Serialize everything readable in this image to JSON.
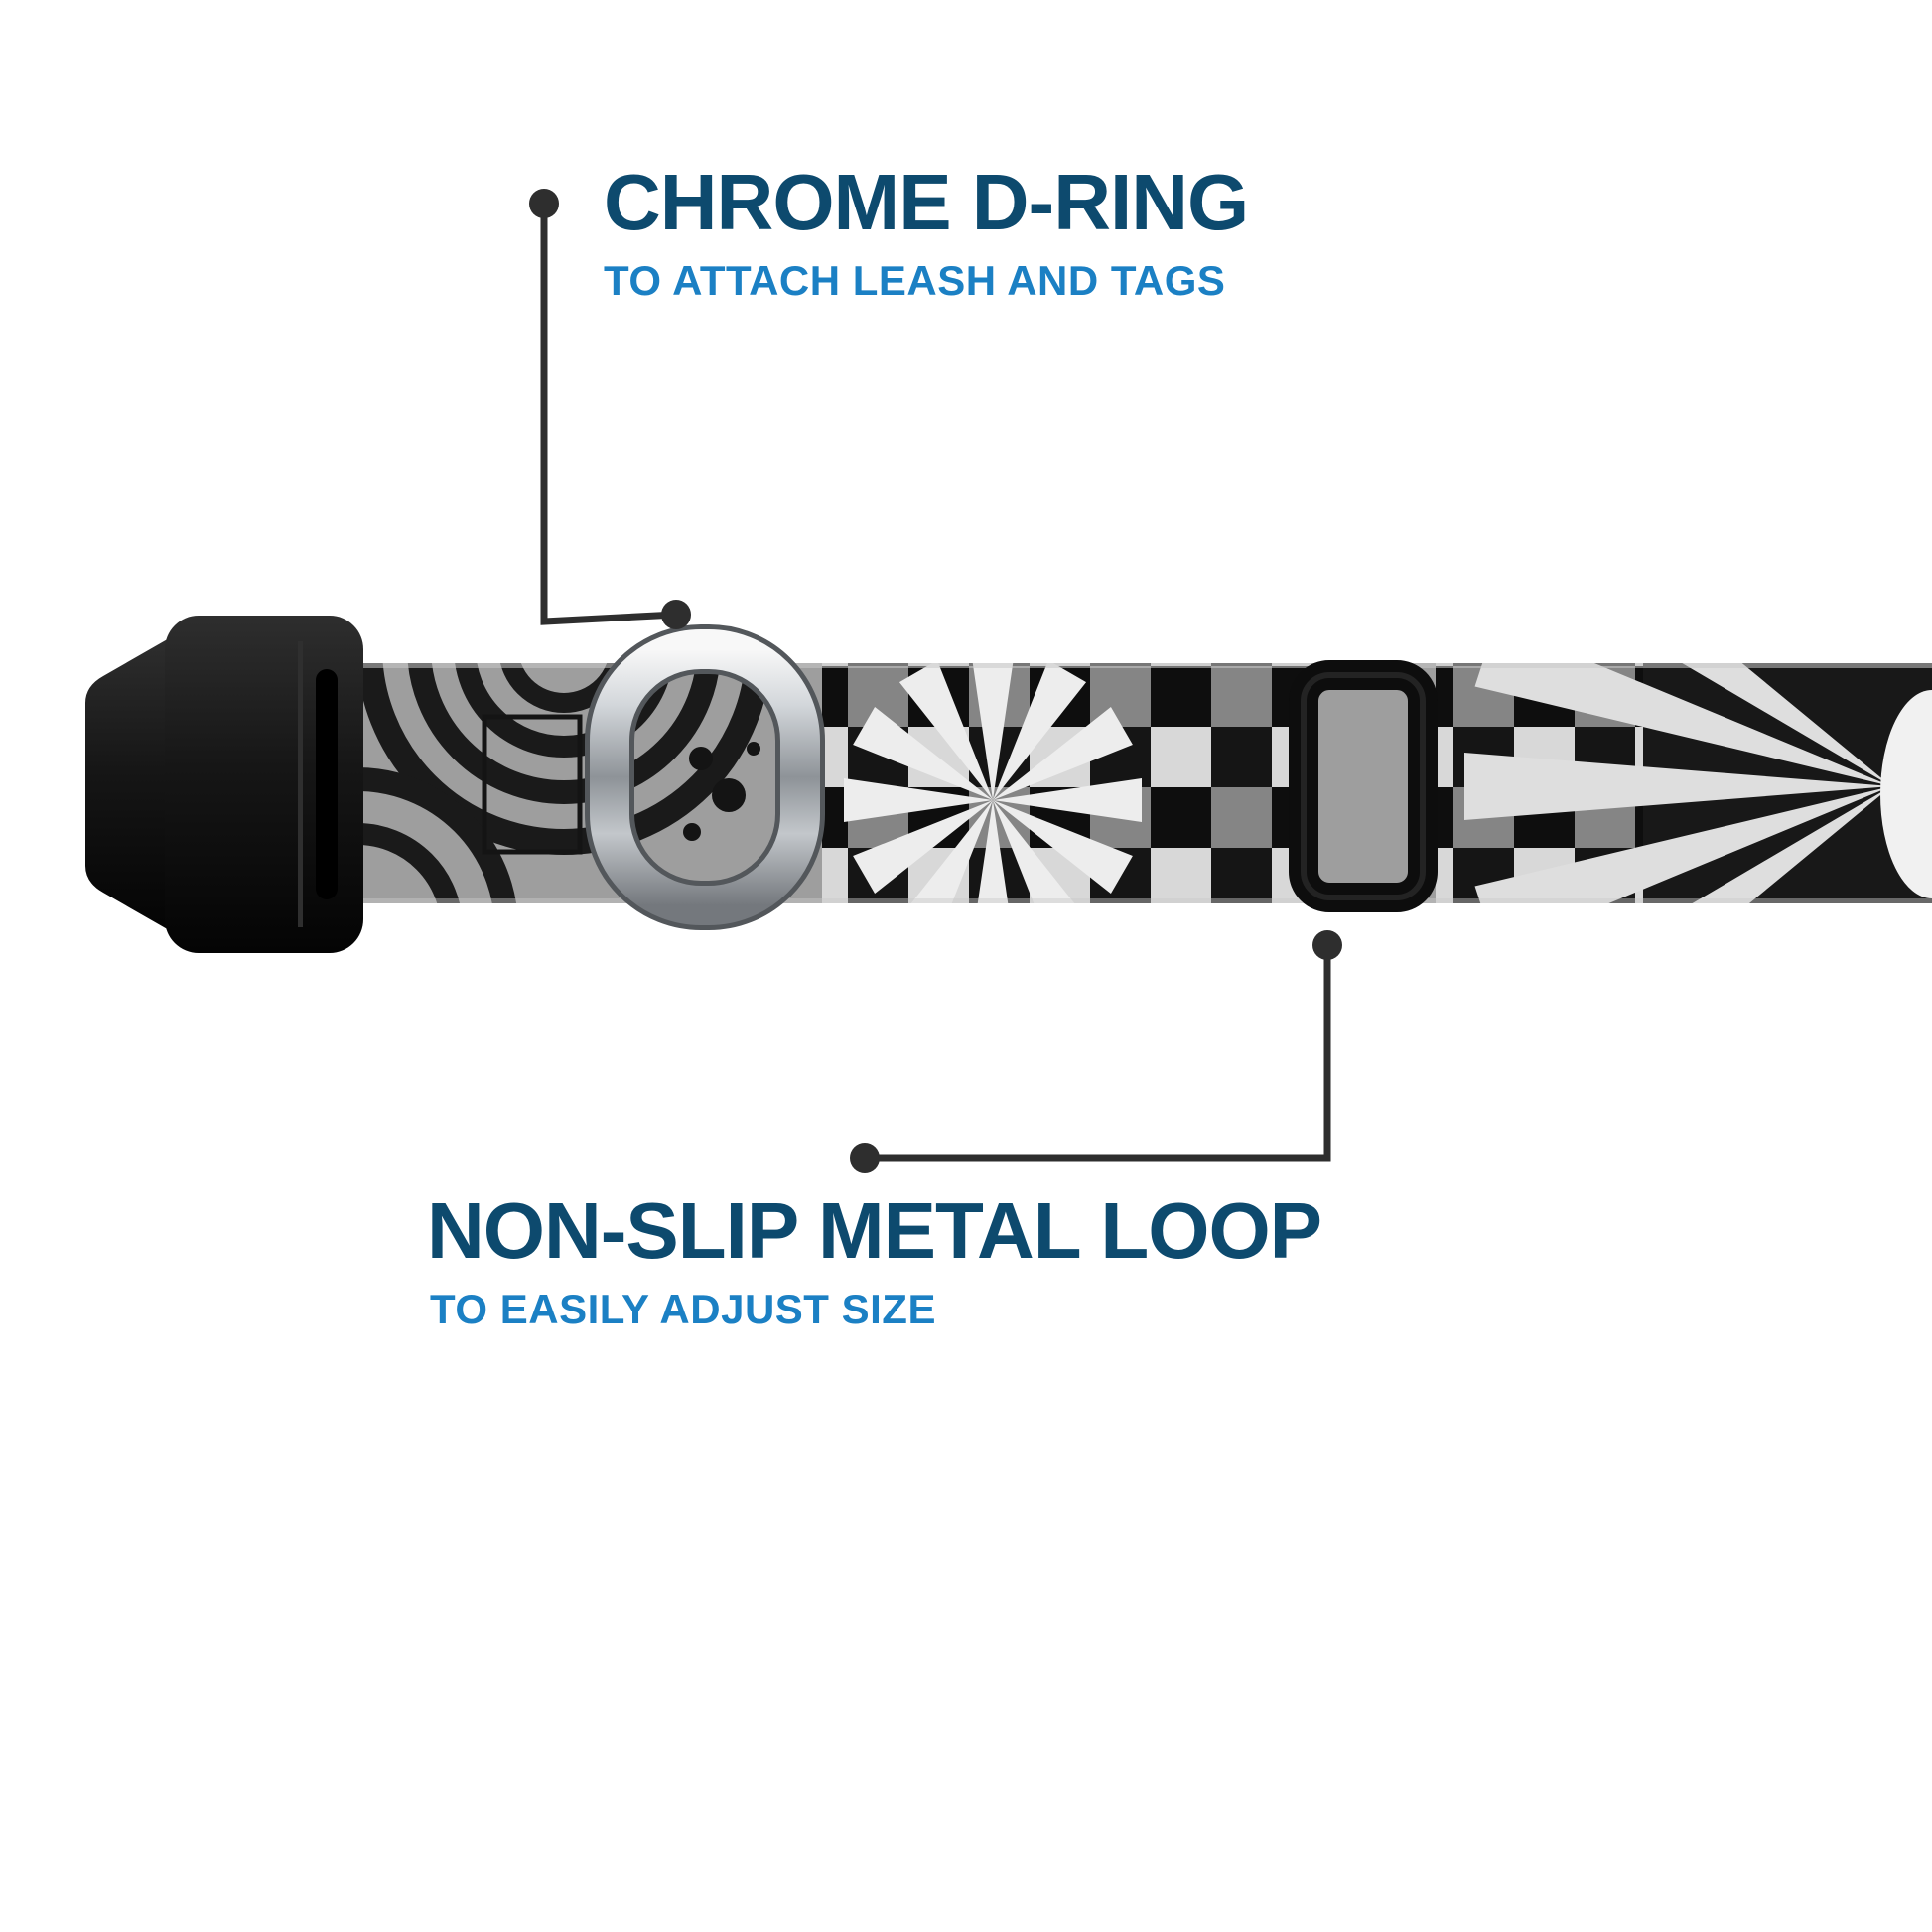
{
  "callouts": {
    "d_ring": {
      "title": "CHROME D-RING",
      "subtitle": "TO ATTACH LEASH AND TAGS"
    },
    "metal_loop": {
      "title": "NON-SLIP METAL LOOP",
      "subtitle": "TO EASILY ADJUST SIZE"
    }
  },
  "colors": {
    "title": "#0d4a6e",
    "subtitle": "#1b80c4",
    "line": "#2e2e2e",
    "background": "#ffffff"
  },
  "parts": {
    "buckle": "black-plastic-side-release-buckle",
    "d_ring": "chrome-d-ring",
    "metal_loop": "non-slip-metal-loop",
    "strap": "black-white-checkered-pattern-strap"
  }
}
